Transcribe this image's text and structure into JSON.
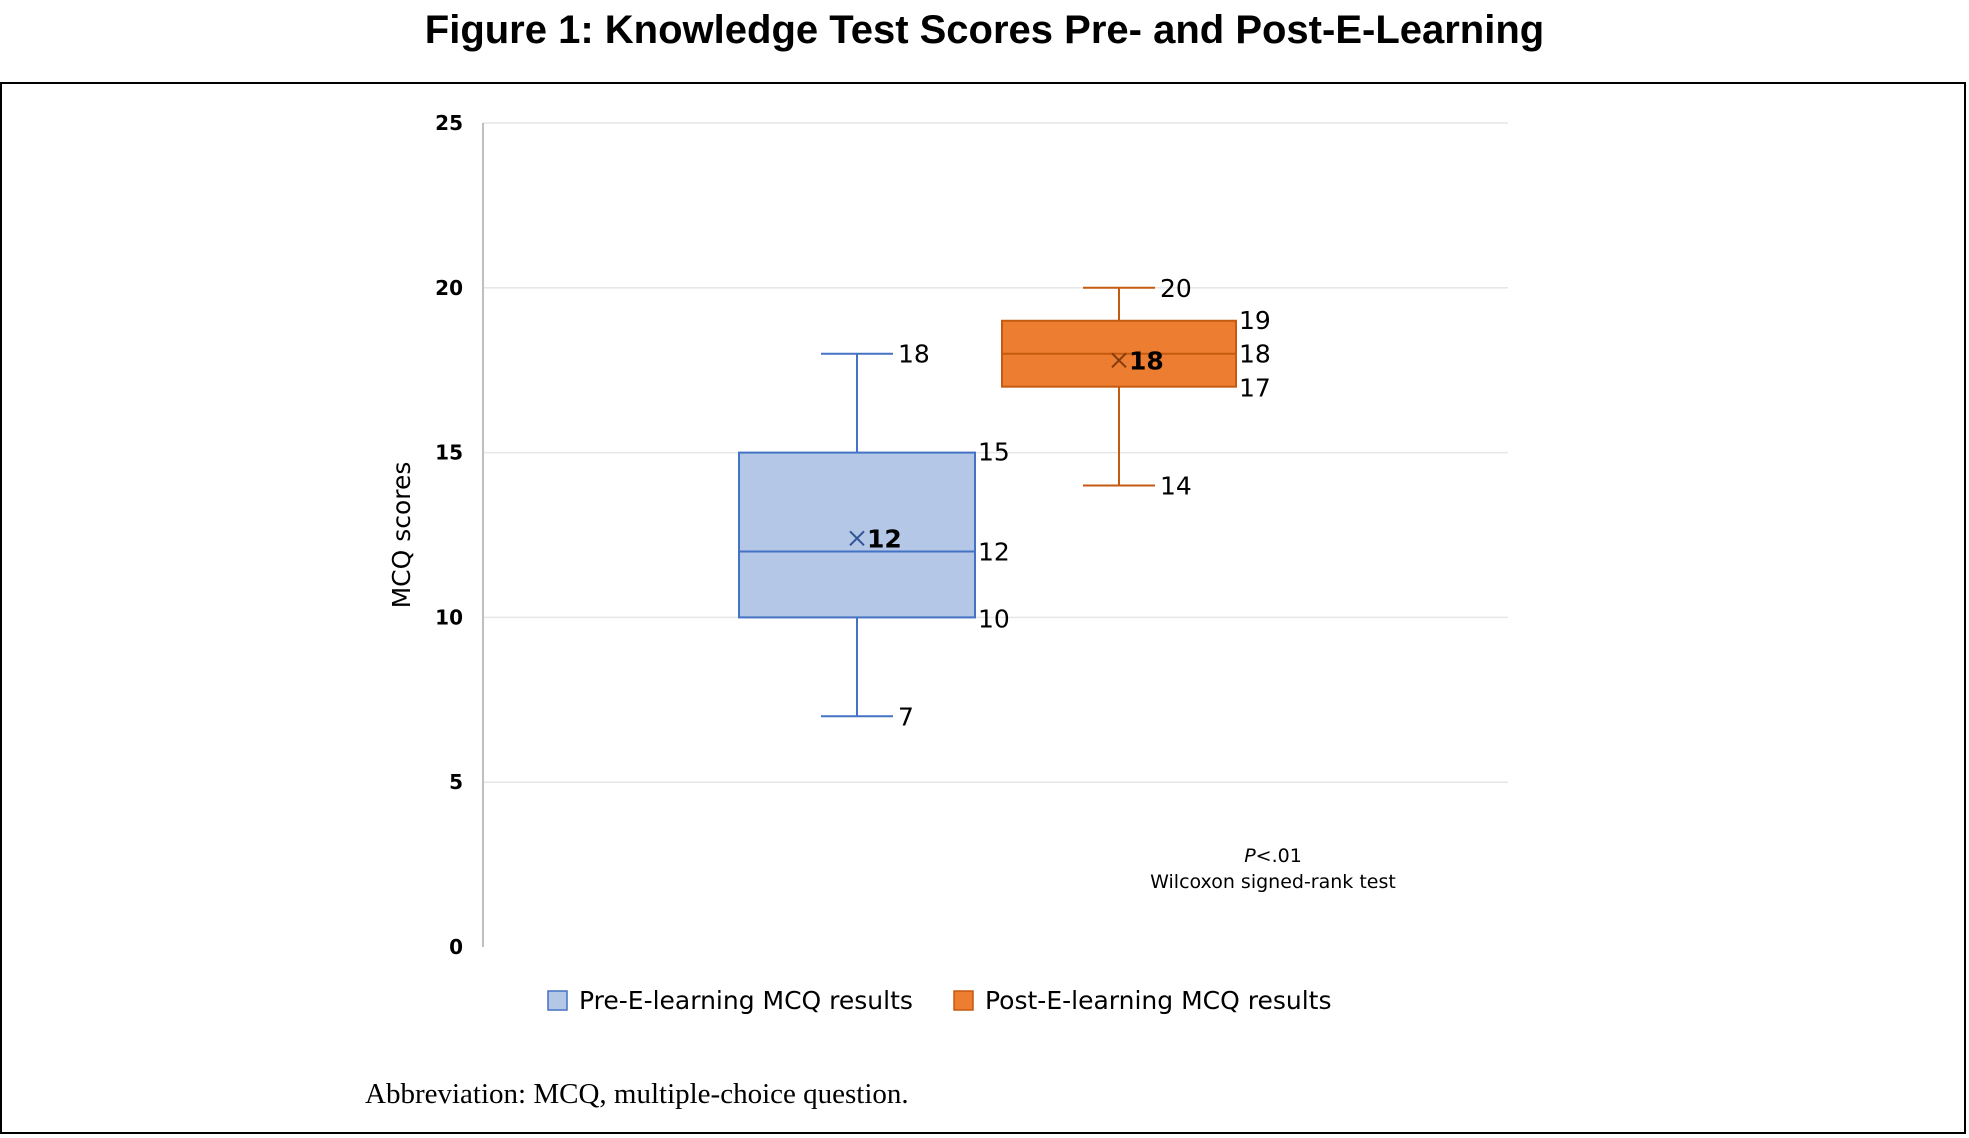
{
  "figure_title": "Figure 1: Knowledge Test Scores Pre- and Post-E-Learning",
  "footnote": "Abbreviation: MCQ, multiple-choice question.",
  "chart_data": {
    "type": "boxplot",
    "title": "",
    "xlabel": "",
    "ylabel": "MCQ scores",
    "ylim": [
      0,
      25
    ],
    "yticks": [
      "0",
      "5",
      "10",
      "15",
      "20",
      "25"
    ],
    "grid": true,
    "legend_position": "bottom",
    "series": [
      {
        "name": "Pre-E-learning MCQ results",
        "color": "#b4c7e7",
        "edge_color": "#4472c4",
        "min": 7,
        "q1": 10,
        "median": 12,
        "q3": 15,
        "max": 18,
        "mean": 12.4,
        "labels": {
          "min": "7",
          "q1": "10",
          "median": "12",
          "q3": "15",
          "max": "18",
          "mean": "12"
        }
      },
      {
        "name": "Post-E-learning MCQ results",
        "color": "#ed7d31",
        "edge_color": "#c55a11",
        "min": 14,
        "q1": 17,
        "median": 18,
        "q3": 19,
        "max": 20,
        "mean": 17.8,
        "labels": {
          "min": "14",
          "q1": "17",
          "median": "18",
          "q3": "19",
          "max": "20",
          "mean": "18"
        }
      }
    ],
    "annotation": {
      "p_prefix": "P",
      "p_rest": "<.01",
      "test": "Wilcoxon signed-rank test"
    }
  }
}
